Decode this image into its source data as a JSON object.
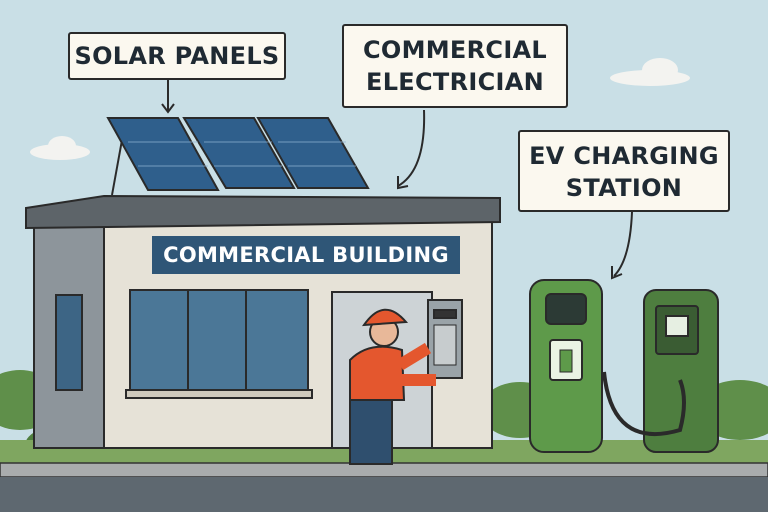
{
  "labels": {
    "solar_panels": "SOLAR PANELS",
    "electrician_line1": "COMMERCIAL",
    "electrician_line2": "ELECTRICIAN",
    "ev_line1": "EV CHARGING",
    "ev_line2": "STATION",
    "building_sign": "COMMERCIAL BUILDING"
  },
  "colors": {
    "sky": "#c9dfe6",
    "sign_blue": "#2f5677",
    "charger_green": "#5e9a4a",
    "worker_orange": "#e4572e"
  }
}
